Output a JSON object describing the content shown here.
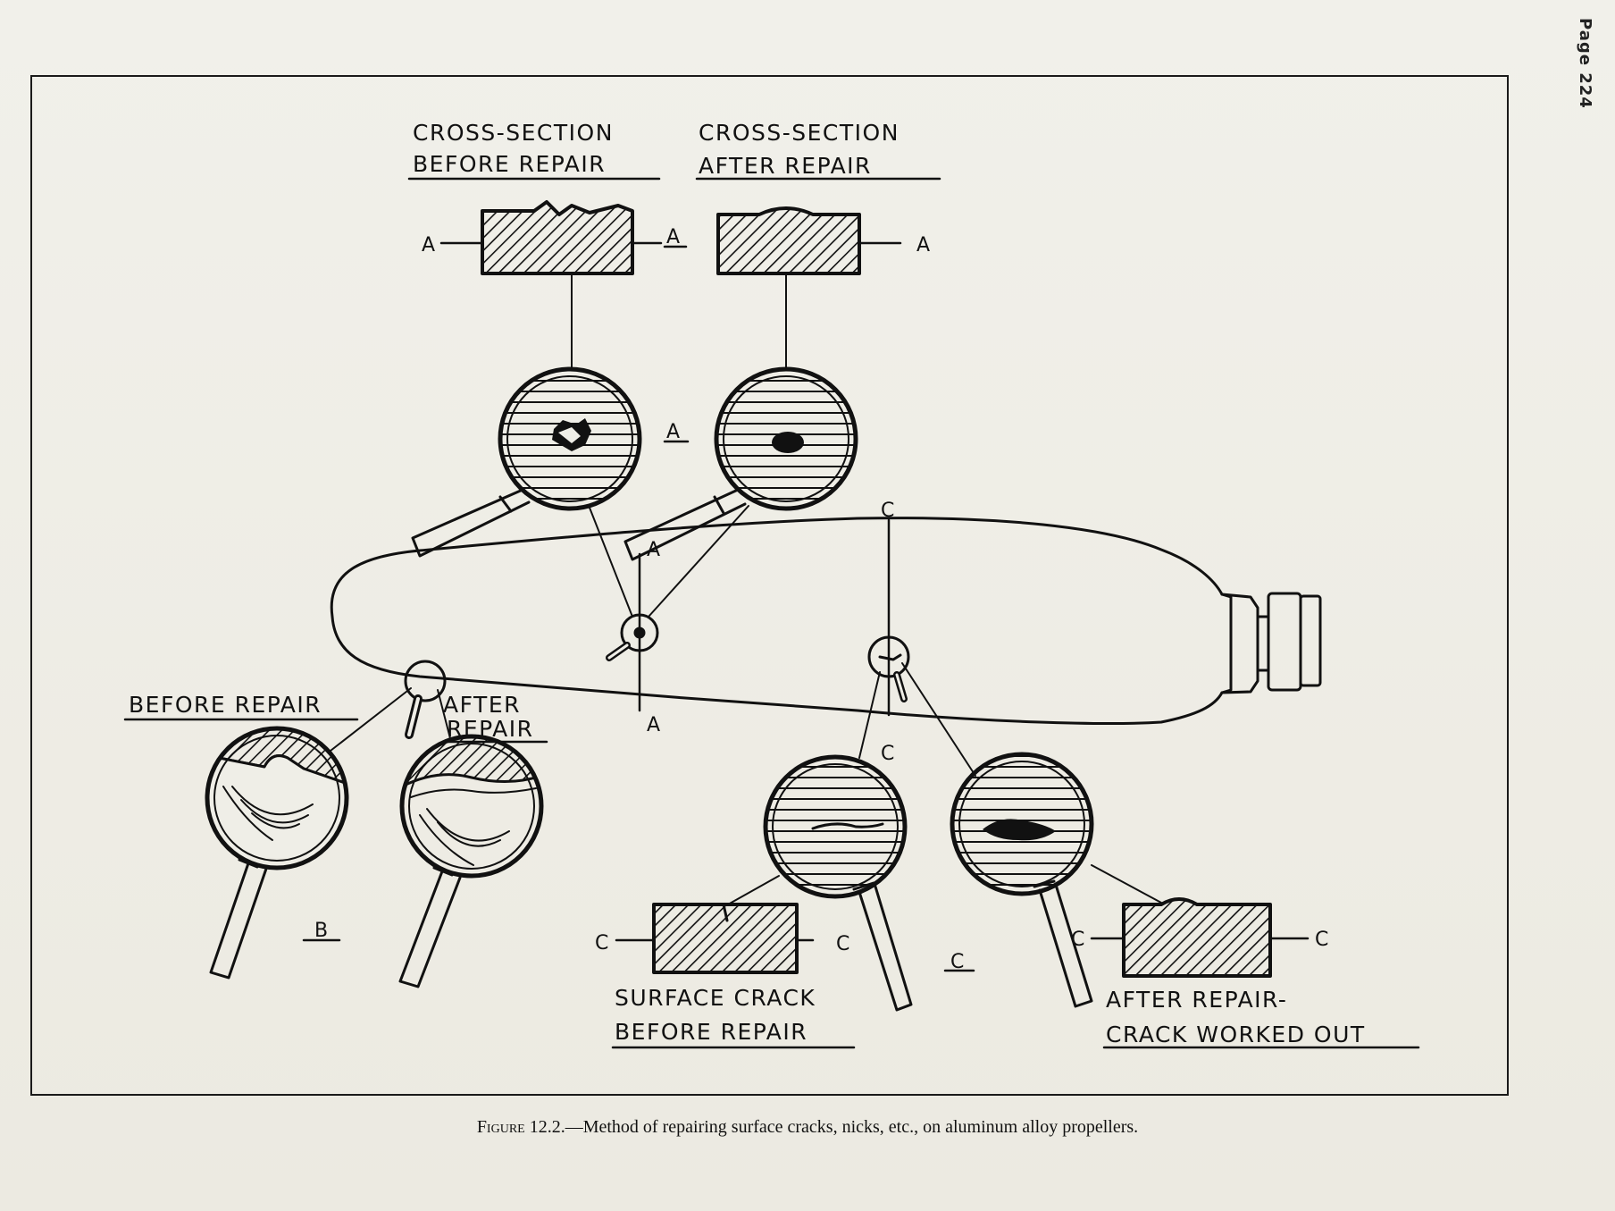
{
  "page": {
    "number": "Page 224"
  },
  "figure": {
    "labels": {
      "cross_section_before_line1": "CROSS-SECTION",
      "cross_section_before_line2": "BEFORE REPAIR",
      "cross_section_after_line1": "CROSS-SECTION",
      "cross_section_after_line2": "AFTER REPAIR",
      "before_repair": "BEFORE REPAIR",
      "after_repair_line1": "AFTER",
      "after_repair_line2": "REPAIR",
      "surface_crack_line1": "SURFACE CRACK",
      "surface_crack_line2": "BEFORE REPAIR",
      "after_repair_crack_line1": "AFTER REPAIR-",
      "after_repair_crack_line2": "CRACK WORKED OUT",
      "section_a": "A",
      "section_b": "B",
      "section_c": "C"
    },
    "caption": {
      "figure_number": "Figure 12.2.",
      "text": "—Method of repairing surface cracks, nicks, etc., on aluminum alloy propellers."
    }
  },
  "colors": {
    "ink": "#111111",
    "paper": "#efeee7"
  }
}
